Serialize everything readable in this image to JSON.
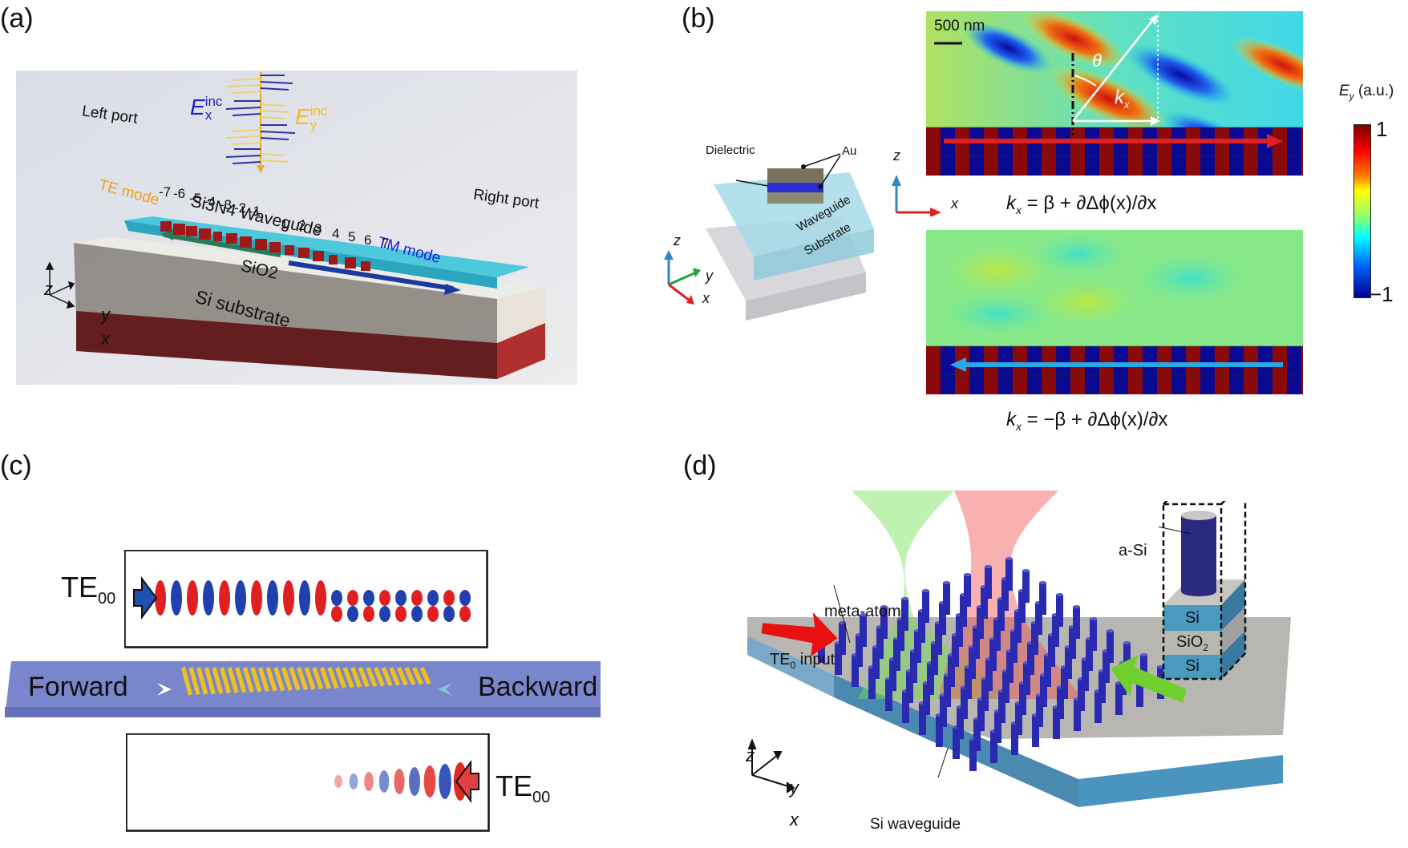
{
  "panels": {
    "a": {
      "label": "(a)",
      "ex_inc": {
        "base": "E",
        "sub": "x",
        "sup": "inc"
      },
      "ey_inc": {
        "base": "E",
        "sub": "y",
        "sup": "inc"
      },
      "left_port": "Left port",
      "right_port": "Right port",
      "te_mode": "TE mode",
      "tm_mode": "TM mode",
      "waveguide": "Si3N4 Waveguide",
      "sio2": "SiO2",
      "substrate": "Si substrate",
      "element_indices": [
        "-7",
        "-6",
        "-5",
        "-4",
        "-3",
        "-2",
        "-1",
        "1",
        "2",
        "3",
        "4",
        "5",
        "6",
        "7"
      ],
      "axes": {
        "z": "z",
        "y": "y",
        "x": "x"
      },
      "colors": {
        "ex": "#2020c8",
        "ey": "#f0c020",
        "te": "#f0a020",
        "tm": "#1a1ae0",
        "substrate": "#8a1f1f",
        "waveguide": "#3cc4dc",
        "antenna": "#a01818"
      }
    },
    "b": {
      "label": "(b)",
      "au": "Au",
      "dielectric": "Dielectric",
      "waveguide": "Waveguide",
      "substrate": "Substrate",
      "axes3d": {
        "z": "z",
        "y": "y",
        "x": "x"
      },
      "axes2d": {
        "z": "z",
        "x": "x"
      },
      "scale_bar": "500 nm",
      "theta": "θ",
      "kx": {
        "base": "k",
        "sub": "x"
      },
      "eq_top": {
        "k": "k",
        "sub": "x",
        "rest": " = β + ∂Δϕ(x)/∂x"
      },
      "eq_bottom": {
        "k": "k",
        "sub": "x",
        "rest": " = −β + ∂Δϕ(x)/∂x"
      },
      "colorbar": {
        "title_base": "E",
        "title_sub": "y",
        "title_unit": " (a.u.)",
        "max": "1",
        "min": "−1"
      },
      "colors": {
        "forward_arrow": "#e02020",
        "backward_arrow": "#28a8e8"
      }
    },
    "c": {
      "label": "(c)",
      "top_mode": {
        "base": "TE",
        "sub": "00"
      },
      "bottom_mode": {
        "base": "TE",
        "sub": "00"
      },
      "forward": "Forward",
      "backward": "Backward",
      "colors": {
        "waveguide": "#7a86cc",
        "antenna": "#f0c020",
        "red": "#e02020",
        "blue": "#2040b0"
      }
    },
    "d": {
      "label": "(d)",
      "meta_atom": "meta-atom",
      "te0_input": {
        "base": "TE",
        "sub": "0",
        "rest": " input"
      },
      "si_waveguide": "Si waveguide",
      "a_si": "a-Si",
      "unit_layers": [
        {
          "base": "Si",
          "sub": ""
        },
        {
          "base": "SiO",
          "sub": "2"
        },
        {
          "base": "Si",
          "sub": ""
        }
      ],
      "axes": {
        "z": "z",
        "y": "y",
        "x": "x"
      },
      "colors": {
        "red_beam": "#f05050",
        "green_beam": "#70e050",
        "pillar": "#2a2ab0",
        "slab": "#b8b6b0",
        "side": "#4a90b8"
      }
    }
  }
}
